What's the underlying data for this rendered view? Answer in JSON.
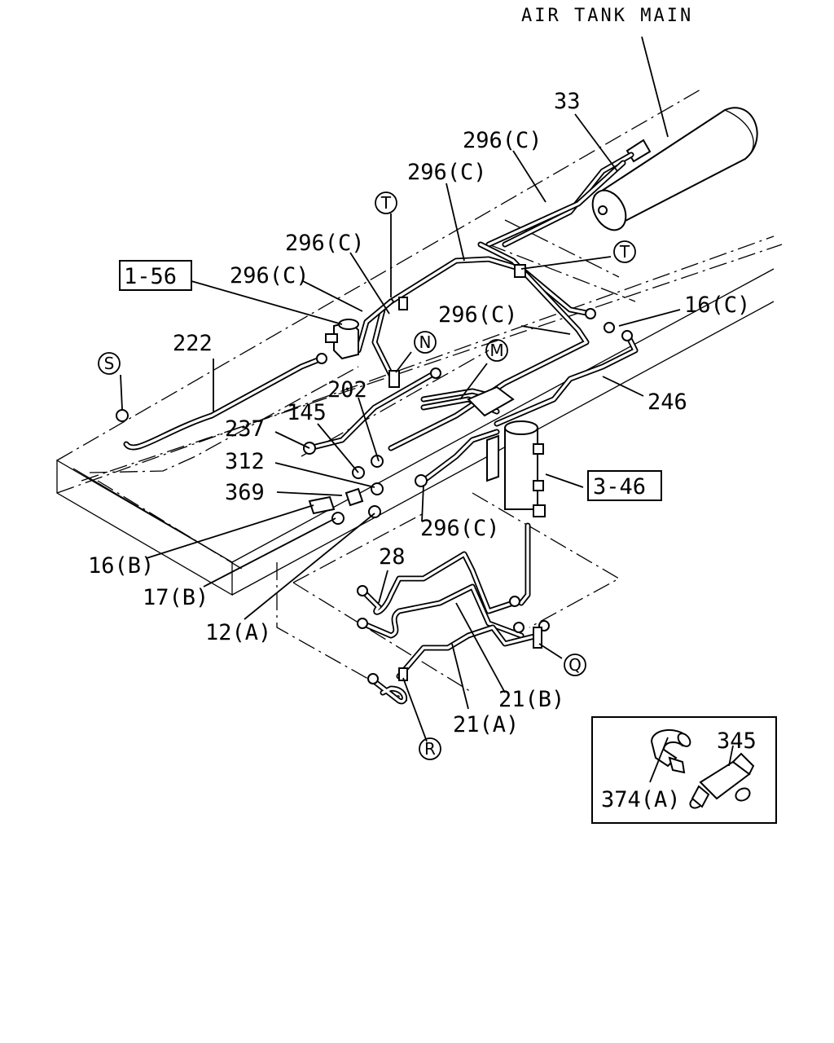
{
  "title": "AIR TANK MAIN",
  "labels": {
    "p33": "33",
    "p296c_1": "296(C)",
    "p296c_2": "296(C)",
    "p296c_3": "296(C)",
    "p296c_4": "296(C)",
    "p296c_5": "296(C)",
    "p296c_6": "296(C)",
    "p16c": "16(C)",
    "p246": "246",
    "p222": "222",
    "p202": "202",
    "p145": "145",
    "p237": "237",
    "p312": "312",
    "p369": "369",
    "p16b": "16(B)",
    "p17b": "17(B)",
    "p12a": "12(A)",
    "p28": "28",
    "p21b": "21(B)",
    "p21a": "21(A)",
    "p345": "345",
    "p374a": "374(A)"
  },
  "refs": {
    "r1_56": "1-56",
    "r3_46": "3-46"
  },
  "markers": {
    "T1": "T",
    "T2": "T",
    "N": "N",
    "M": "M",
    "S": "S",
    "Q": "Q",
    "R": "R"
  }
}
